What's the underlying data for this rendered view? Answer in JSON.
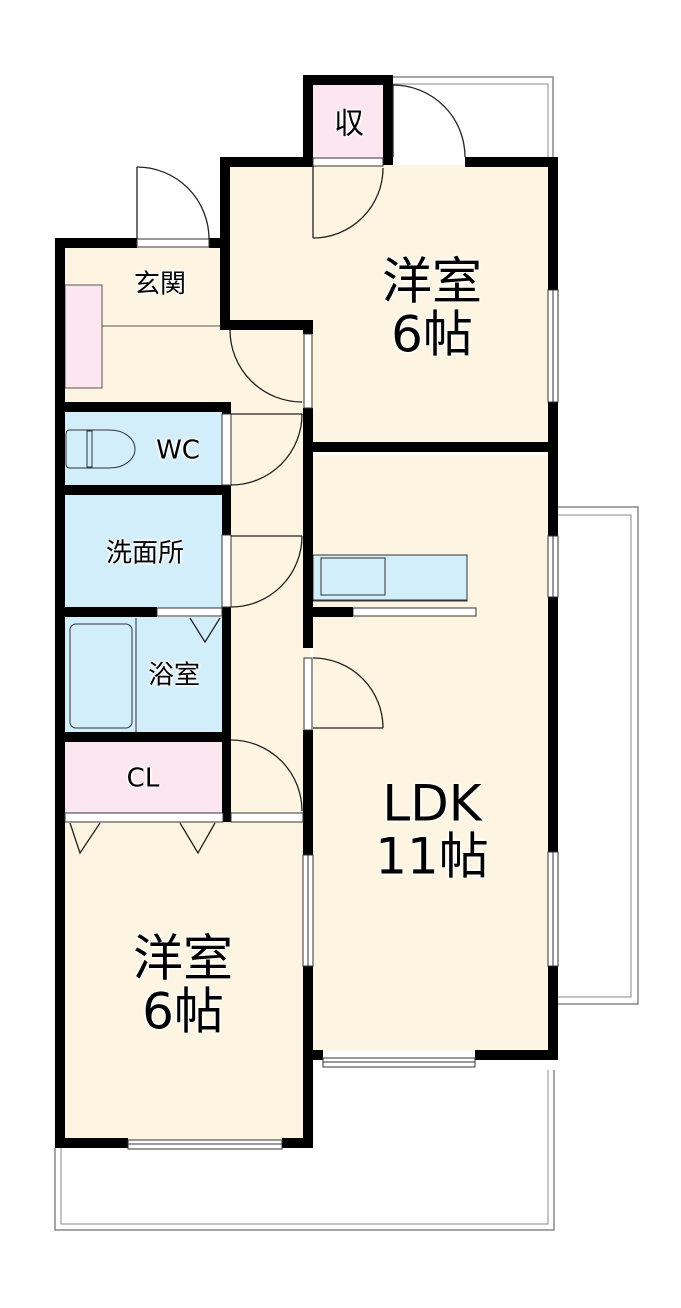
{
  "diagram": {
    "type": "floor_plan",
    "layout": "2LDK",
    "colors": {
      "living_floor": "#fdf5e2",
      "wet_area": "#d2eefb",
      "storage": "#fce6ef",
      "wall": "#000000",
      "balcony_line": "#888888"
    },
    "rooms": [
      {
        "id": "western-room-north",
        "name": "洋室",
        "size": "6帖"
      },
      {
        "id": "storage-north",
        "name": "収"
      },
      {
        "id": "entrance",
        "name": "玄関"
      },
      {
        "id": "toilet",
        "name": "WC"
      },
      {
        "id": "washroom",
        "name": "洗面所"
      },
      {
        "id": "bathroom",
        "name": "浴室"
      },
      {
        "id": "closet",
        "name": "CL"
      },
      {
        "id": "ldk",
        "name": "LDK",
        "size": "11帖"
      },
      {
        "id": "western-room-south",
        "name": "洋室",
        "size": "6帖"
      }
    ]
  }
}
